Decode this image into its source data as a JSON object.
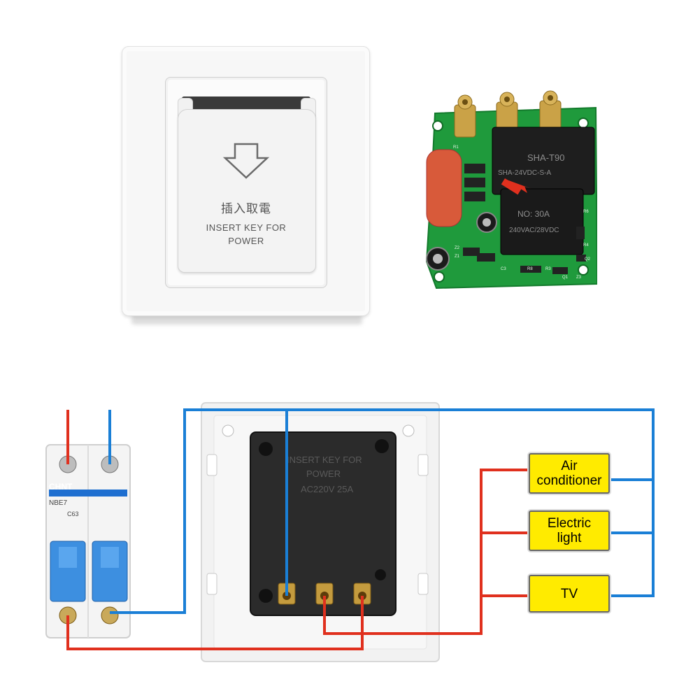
{
  "switch": {
    "chinese_label": "插入取電",
    "english_label_line1": "INSERT KEY FOR",
    "english_label_line2": "POWER"
  },
  "relay_board": {
    "relay_top_label": "SHA-T90",
    "relay_top_spec": "SHA-24VDC-S-A",
    "relay_bottom_no": "NO: 30A",
    "relay_bottom_spec": "240VAC/28VDC",
    "pcb_marks": [
      "R1",
      "Z2",
      "Z1",
      "C3",
      "R6",
      "R8",
      "R3",
      "Q1",
      "Z3",
      "Q2",
      "R4"
    ]
  },
  "breaker": {
    "brand": "CHNT",
    "model": "NBE7",
    "rating": "C63"
  },
  "module": {
    "label_line1": "INSERT KEY FOR",
    "label_line2": "POWER",
    "label_line3": "AC220V 25A"
  },
  "devices": {
    "air_conditioner_line1": "Air",
    "air_conditioner_line2": "conditioner",
    "electric_light_line1": "Electric",
    "electric_light_line2": "light",
    "tv": "TV"
  },
  "colors": {
    "live_wire": "#e0301e",
    "neutral_wire": "#1a7fd6",
    "device_fill": "#ffeb00",
    "pcb_green": "#1f9a3c"
  }
}
